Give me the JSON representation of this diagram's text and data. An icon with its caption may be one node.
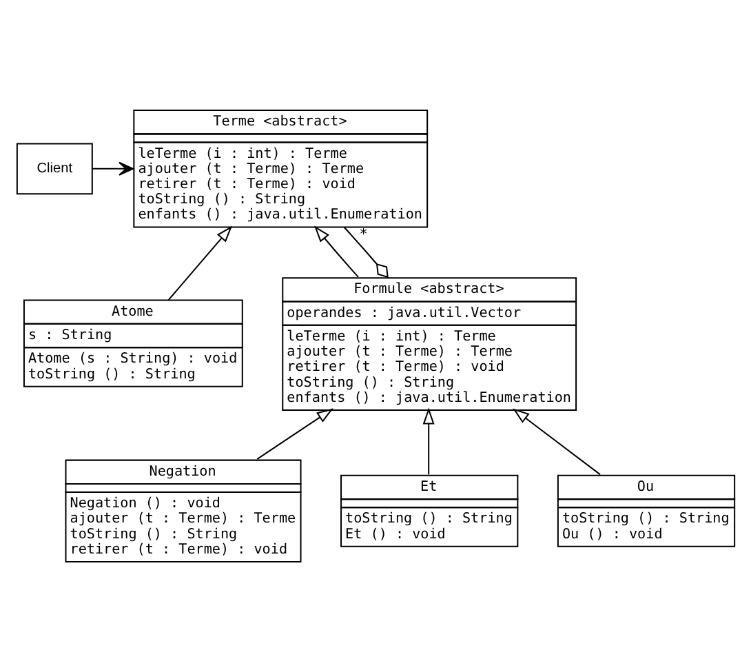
{
  "diagram": {
    "nodes": [
      {
        "text": [
          "Client"
        ]
      },
      {
        "text": [
          "Terme <abstract>",
          "leTerme (i : int) : Terme",
          "ajouter (t : Terme) : Terme",
          "retirer (t : Terme) : void",
          "toString () : String",
          "enfants () : java.util.Enumeration"
        ]
      },
      {
        "text": [
          "Atome",
          "s : String",
          "Atome (s : String) : void",
          "toString () : String"
        ]
      },
      {
        "text": [
          "Formule <abstract>",
          "operandes : java.util.Vector",
          "leTerme (i : int) : Terme",
          "ajouter (t : Terme) : Terme",
          "retirer (t : Terme) : void",
          "toString () : String",
          "enfants () : java.util.Enumeration"
        ]
      },
      {
        "text": [
          "Negation",
          "Negation () : void",
          "ajouter (t : Terme) : Terme",
          "toString () : String",
          "retirer (t : Terme) : void"
        ]
      },
      {
        "text": [
          "Et",
          "toString () : String",
          "Et () : void"
        ]
      },
      {
        "text": [
          "Ou",
          "toString () : String",
          "Ou () : void"
        ]
      }
    ],
    "edges": [
      {
        "from": 0,
        "to": 1,
        "arrow": "to"
      },
      {
        "from": 2,
        "to": 1,
        "arrow": "to"
      },
      {
        "from": 3,
        "to": 1,
        "arrow": "to"
      },
      {
        "from": 4,
        "to": 3,
        "arrow": "to"
      },
      {
        "from": 5,
        "to": 3,
        "arrow": "to"
      },
      {
        "from": 6,
        "to": 3,
        "arrow": "to"
      },
      {
        "from": 3,
        "to": 1,
        "arrow": "other",
        "label": "*"
      }
    ]
  }
}
